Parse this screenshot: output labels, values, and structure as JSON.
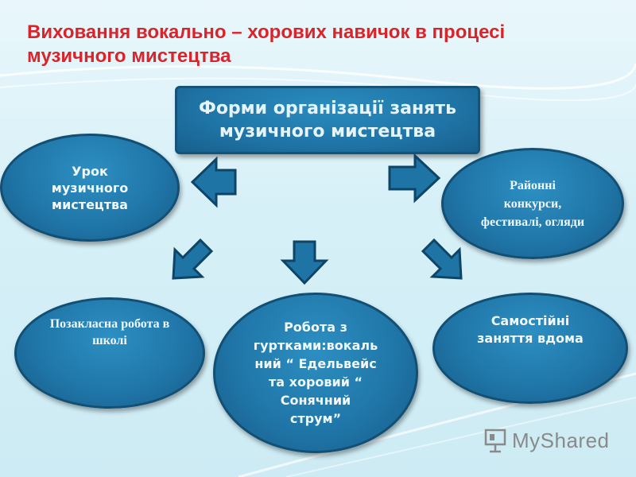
{
  "slide": {
    "title": "Виховання вокально – хорових навичок в процесі музичного мистецтва",
    "center_box": "Форми організації занять музичного мистецтва",
    "nodes": {
      "lesson": "Урок музичного мистецтва",
      "contests": "Районні конкурси, фестивалі, огляди",
      "extracurricular": "Позакласна робота в школі",
      "circles": "Робота з гуртками:вокаль ний “ Едельвейс та хоровий “ Сонячний струм”",
      "self_study": "Самостійні заняття вдома"
    },
    "logo_text": "MyShared"
  },
  "colors": {
    "title": "#d8242a",
    "box_fill": "#1f74a6",
    "box_border": "#14547a",
    "arrow_fill": "#1f74a6",
    "background": "#d6f0f7"
  }
}
